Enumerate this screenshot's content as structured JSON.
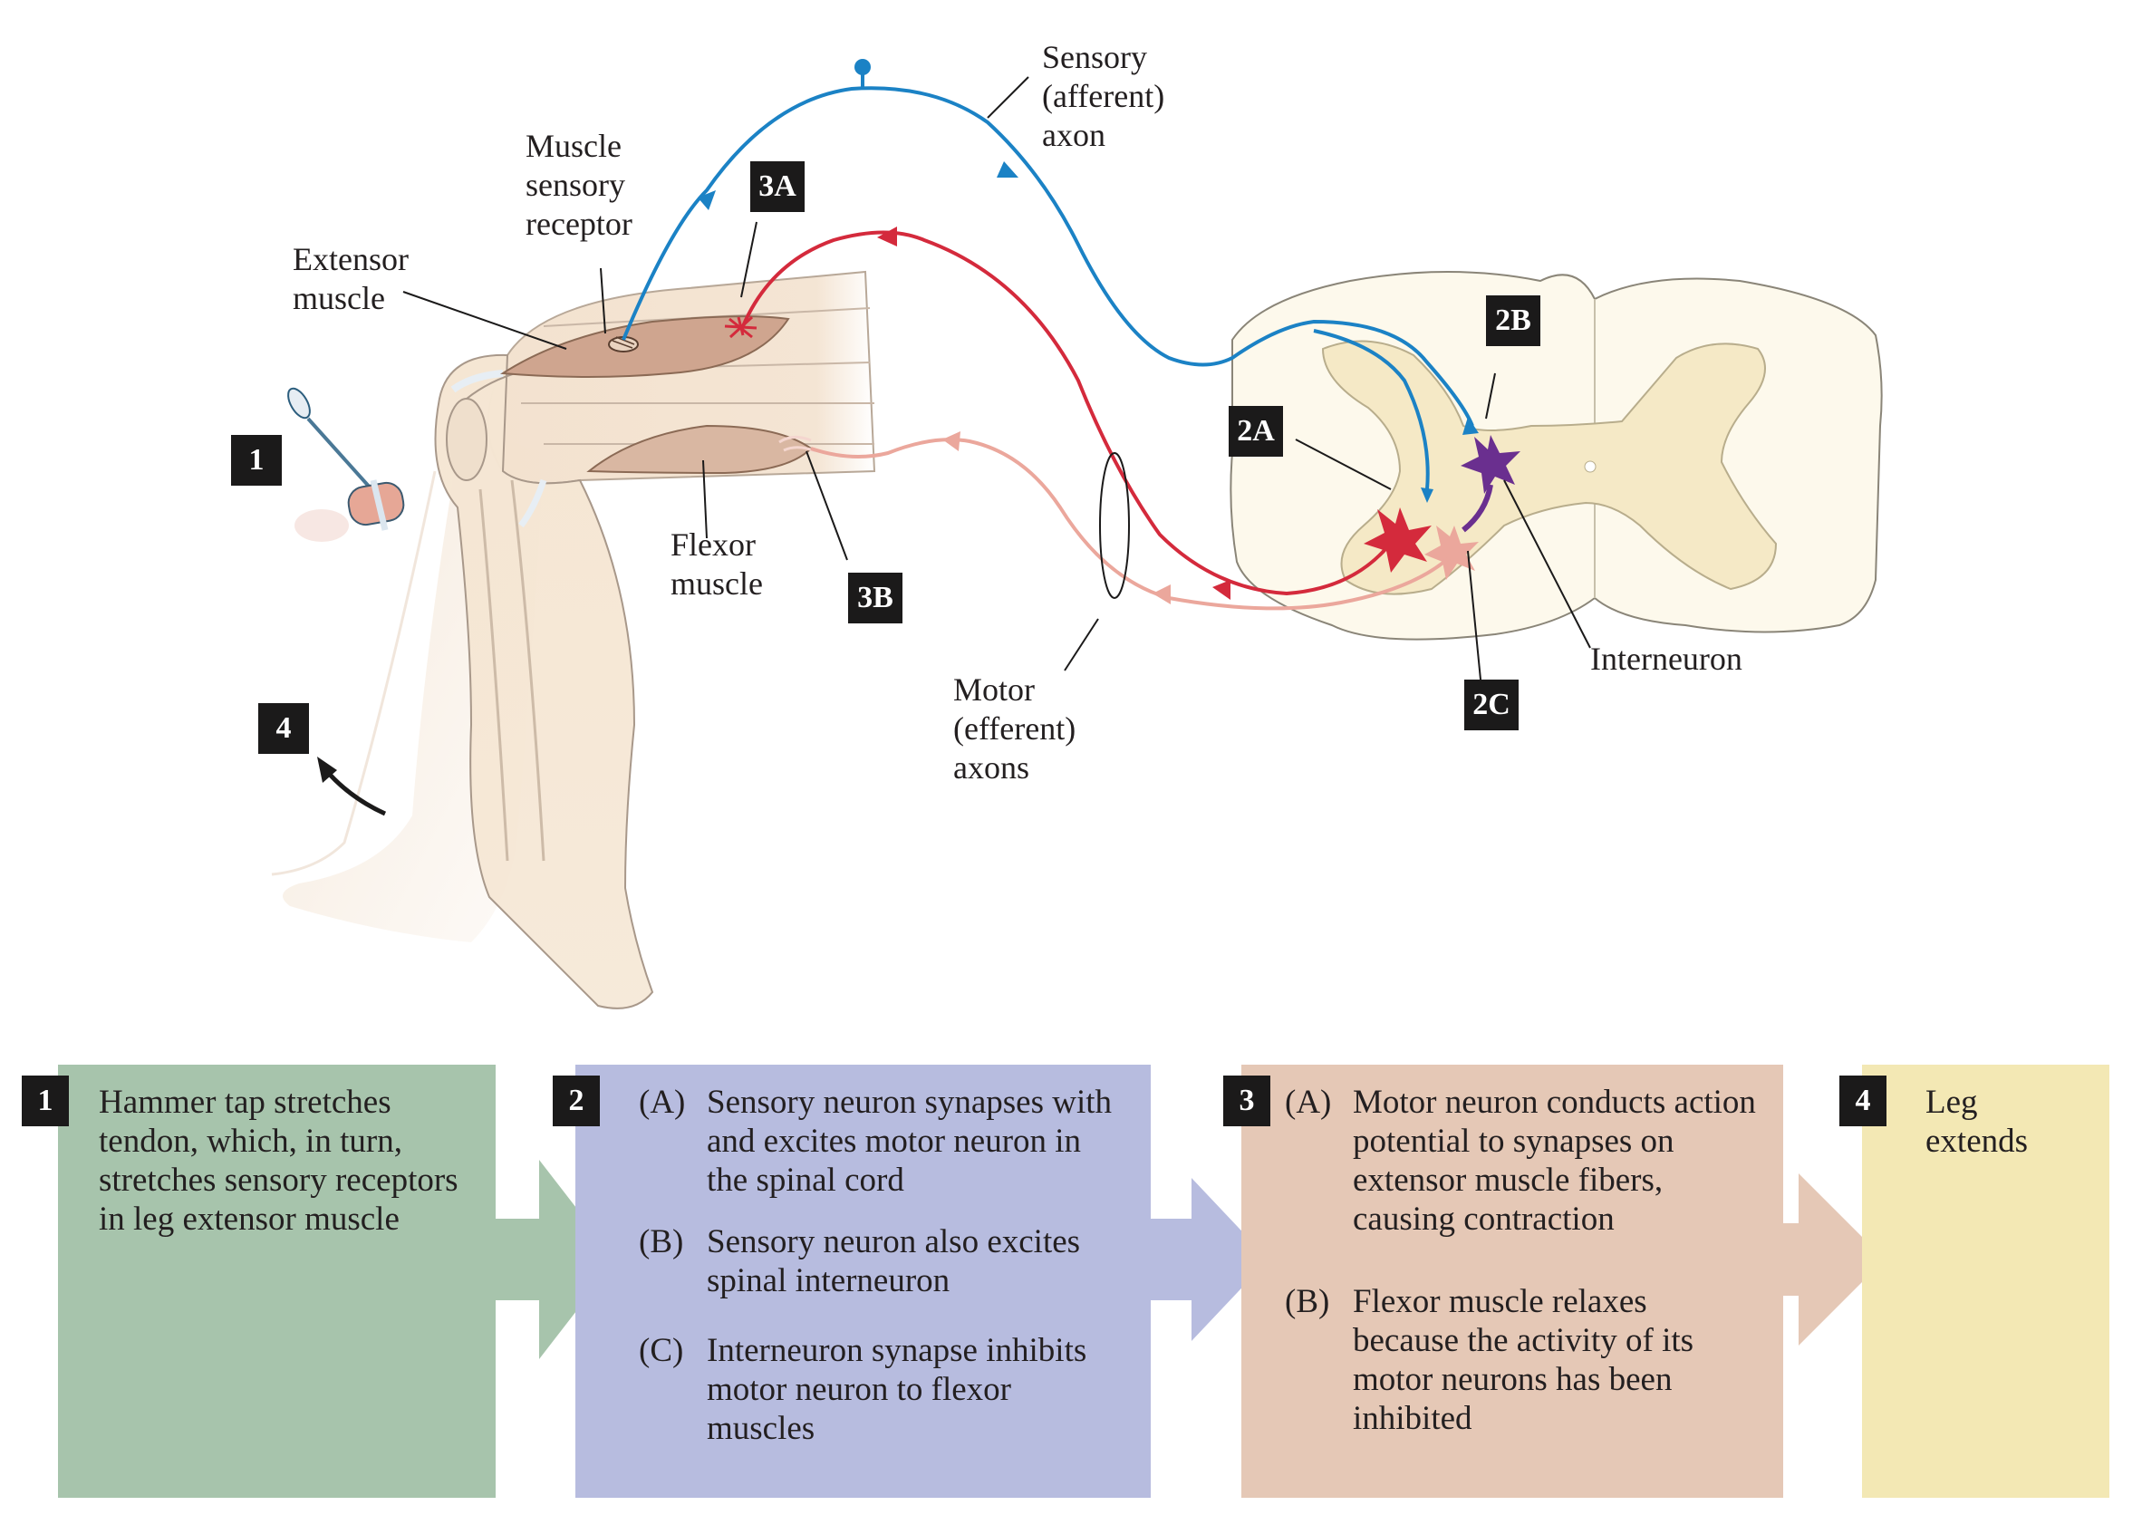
{
  "figure_labels": {
    "sensory_axon": "Sensory\n(afferent)\naxon",
    "muscle_sensory_receptor": "Muscle\nsensory\nreceptor",
    "extensor_muscle": "Extensor\nmuscle",
    "flexor_muscle": "Flexor\nmuscle",
    "motor_axons": "Motor\n(efferent)\naxons",
    "interneuron": "Interneuron"
  },
  "badges": {
    "b1": "1",
    "b4": "4",
    "b3a": "3A",
    "b3b": "3B",
    "b2a": "2A",
    "b2b": "2B",
    "b2c": "2C"
  },
  "steps": [
    {
      "num": "1",
      "text": "Hammer tap stretches tendon, which, in turn, stretches sensory receptors in leg extensor muscle"
    },
    {
      "num": "2",
      "items": [
        {
          "key": "(A)",
          "text": "Sensory neuron synapses with and excites motor neuron in the spinal cord"
        },
        {
          "key": "(B)",
          "text": "Sensory neuron also excites spinal interneuron"
        },
        {
          "key": "(C)",
          "text": "Interneuron synapse inhibits motor neuron to flexor muscles"
        }
      ]
    },
    {
      "num": "3",
      "items": [
        {
          "key": "(A)",
          "text": "Motor neuron conducts action potential to synapses on extensor muscle fibers, causing contraction"
        },
        {
          "key": "(B)",
          "text": "Flexor muscle relaxes because the activity of its motor neurons has been inhibited"
        }
      ]
    },
    {
      "num": "4",
      "text": "Leg extends"
    }
  ],
  "colors": {
    "sensory_axon": "#1b82c5",
    "motor_extensor": "#d42a3c",
    "motor_flexor": "#eba79c",
    "interneuron": "#6a2f8f",
    "panel1": "#a7c4ac",
    "panel2": "#b7bcdf",
    "panel3": "#e5c8b6",
    "panel4": "#f3e8b4",
    "grey_matter": "#f5e9c6",
    "white_matter": "#fdf9ec",
    "skin": "#f5e6d3",
    "muscle": "#cfa58f"
  }
}
